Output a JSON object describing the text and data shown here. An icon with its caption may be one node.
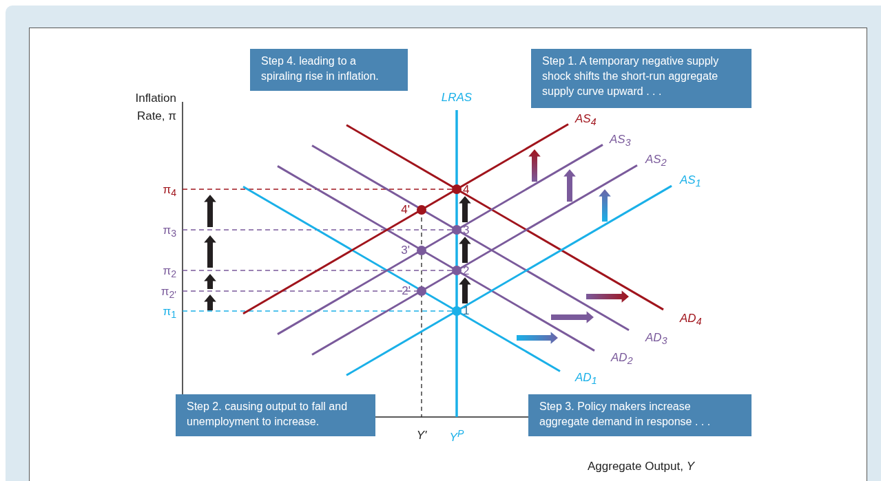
{
  "diagram": {
    "nodes": [
      {
        "text": [
          "Step 4. leading to a spiraling rise in inflation."
        ]
      },
      {
        "text": [
          "Step 1. A temporary negative supply shock shifts the short-run aggregate supply curve upward . . ."
        ]
      },
      {
        "text": [
          "Step 2. causing output to fall and unemployment to increase."
        ]
      },
      {
        "text": [
          "Step 3. Policy makers increase aggregate demand in response . . ."
        ]
      }
    ],
    "labels": [
      "LRAS",
      "Inflation Rate, π",
      "AS$_{4}$",
      "AS$_{3}$",
      "AS$_{2}$",
      "AS$_{1}$",
      "π$_{4}$",
      "4",
      "4'",
      "π$_{3}$",
      "3",
      "3'",
      "π$_{2}$",
      "2",
      "π$_{2'}$",
      "2'",
      "π$_{1}$",
      "1",
      "AD$_{4}$",
      "AD$_{3}$",
      "AD$_{2}$",
      "AD$_{1}$",
      "Y'",
      "Y$^{P}$",
      "Aggregate Output, *Y*"
    ]
  }
}
